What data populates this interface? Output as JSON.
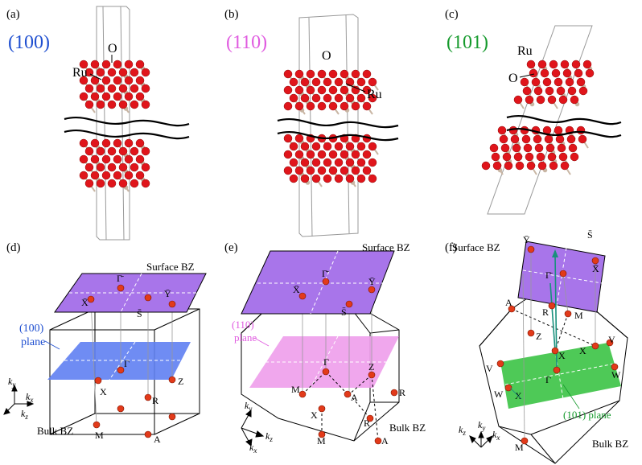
{
  "panels": {
    "a": {
      "tag": "(a)",
      "plane": "(100)",
      "plane_color": "#1f4fd0",
      "o": "O",
      "ru": "Ru"
    },
    "b": {
      "tag": "(b)",
      "plane": "(110)",
      "plane_color": "#e05be0",
      "o": "O",
      "ru": "Ru"
    },
    "c": {
      "tag": "(c)",
      "plane": "(101)",
      "plane_color": "#159a2c",
      "o": "O",
      "ru": "Ru"
    },
    "d": {
      "tag": "(d)",
      "surface": "Surface BZ",
      "bulk": "Bulk BZ",
      "plane_line1": "(100)",
      "plane_line2": "plane",
      "points": {
        "xbar": "X̄",
        "gamma_bar": "Γ̄",
        "ybar": "Ȳ",
        "sbar": "S̄",
        "gamma": "Γ",
        "x": "X",
        "z": "Z",
        "r": "R",
        "m": "M",
        "a": "A"
      },
      "axes": {
        "ky": "k",
        "ky_sub": "y",
        "kx": "k",
        "kx_sub": "x",
        "kz": "k",
        "kz_sub": "z"
      }
    },
    "e": {
      "tag": "(e)",
      "surface": "Surface BZ",
      "bulk": "Bulk BZ",
      "plane_line1": "(110)",
      "plane_line2": "plane",
      "points": {
        "xbar": "X̄",
        "gamma_bar": "Γ̄",
        "ybar": "Ȳ",
        "sbar": "S̄",
        "gamma": "Γ",
        "z": "Z",
        "m": "M",
        "a": "A",
        "r": "R",
        "x": "X",
        "m2": "M",
        "a2": "A"
      },
      "axes": {
        "ky": "k",
        "ky_sub": "y",
        "kz": "k",
        "kz_sub": "z",
        "kx": "k",
        "kx_sub": "x"
      }
    },
    "f": {
      "tag": "(f)",
      "surface": "Surface BZ",
      "bulk": "Bulk BZ",
      "plane_label": "(101) plane",
      "points": {
        "ybar": "Ȳ",
        "sbar": "S̄",
        "xbar": "X̄",
        "gamma_bar": "Γ̄",
        "a": "A",
        "r": "R",
        "m": "M",
        "z": "Z",
        "v": "V",
        "x": "X",
        "v2": "V",
        "w": "W",
        "gamma": "Γ",
        "w2": "W",
        "x2": "X",
        "m2": "M"
      },
      "axes": {
        "kz": "k",
        "kz_sub": "z",
        "ky": "k",
        "ky_sub": "y",
        "kx": "k",
        "kx_sub": "x"
      }
    }
  },
  "colors": {
    "oxygen": "#e0151b",
    "ruthenium": "#c9b6a4",
    "surface_bz": "#a875ea",
    "plane_100": "#5f7ff2",
    "plane_110": "#ef9fec",
    "plane_101": "#3fc449",
    "bz_point": "#e23a1a",
    "teal": "#18907c"
  }
}
